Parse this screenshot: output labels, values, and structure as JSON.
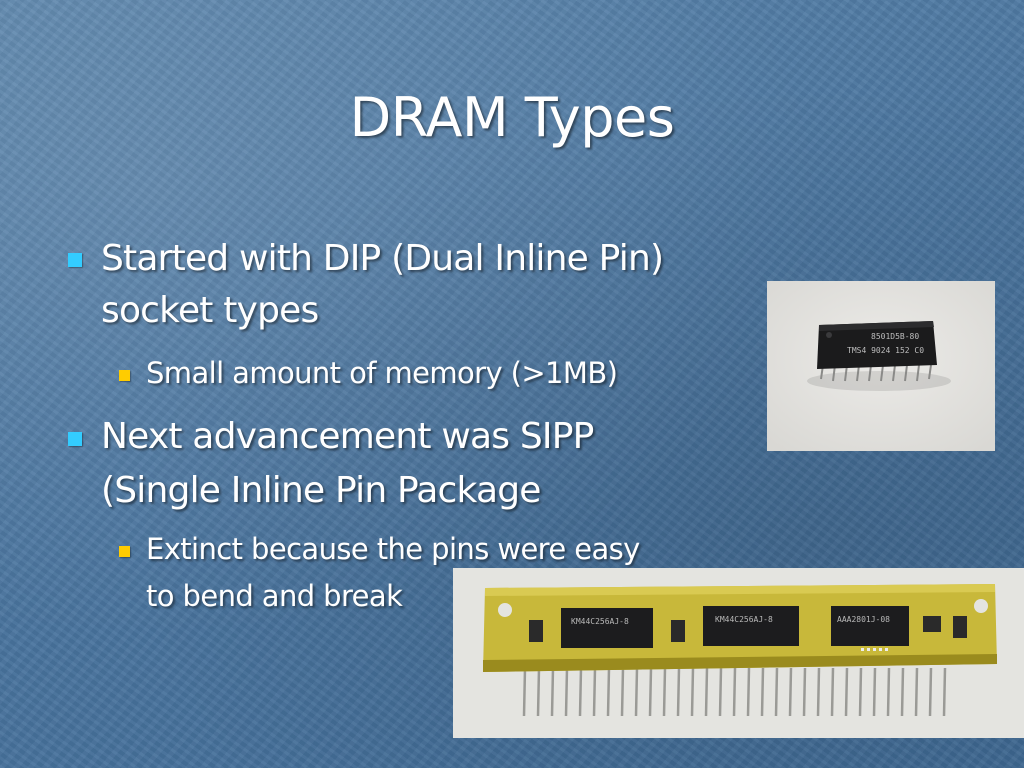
{
  "slide": {
    "title": "DRAM Types",
    "bullets": [
      {
        "lines": [
          "Started with DIP (Dual Inline Pin)",
          "socket types"
        ],
        "sub": {
          "lines": [
            "Small amount of memory (>1MB)"
          ]
        }
      },
      {
        "lines": [
          "Next advancement was SIPP",
          "(Single Inline Pin Package"
        ],
        "sub": {
          "lines": [
            "Extinct because the pins were easy",
            "to bend and break"
          ]
        }
      }
    ]
  },
  "photos": {
    "dip_chip": {
      "markings": [
        "8501D5B-80",
        "TMS4 9024 152 C0"
      ]
    },
    "sipp_module": {
      "chip_markings": [
        "KM44C256AJ-8",
        "KM44C256AJ-8",
        "AAA2801J-08"
      ]
    }
  },
  "colors": {
    "background": "#4b76a0",
    "text": "#ffffff",
    "bullet_level1": "#33ccff",
    "bullet_level2": "#ffcc00"
  },
  "icons": {
    "bullet_level1": "square-bullet-icon",
    "bullet_level2": "square-bullet-icon"
  }
}
